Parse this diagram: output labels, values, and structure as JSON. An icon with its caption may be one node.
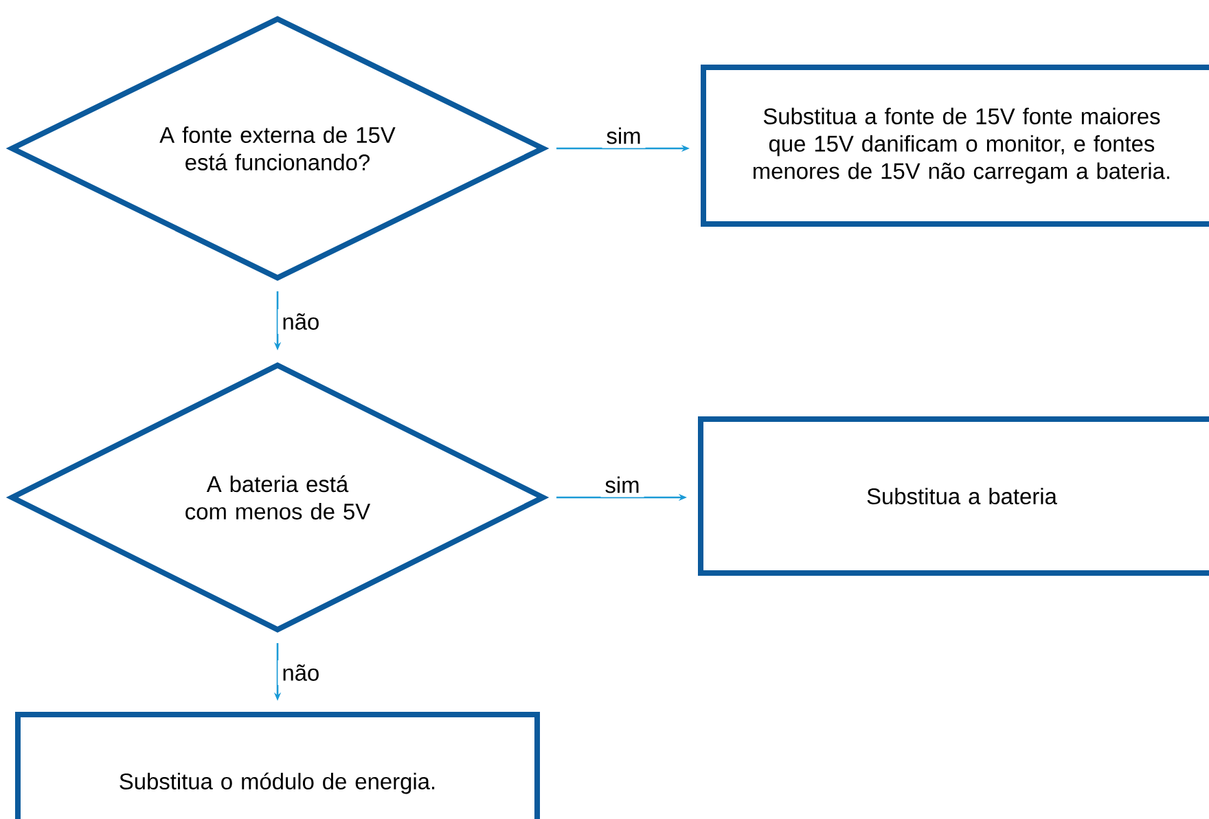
{
  "diagram": {
    "nodes": [
      {
        "text": [
          "A fonte externa de 15V está funcionando?"
        ]
      },
      {
        "text": [
          "Substitua a fonte de 15V fonte maiores que 15V danificam o monitor, e fontes menores de 15V não carregam a bateria."
        ]
      },
      {
        "text": [
          "A bateria está com menos de 5V"
        ]
      },
      {
        "text": [
          "Substitua a bateria"
        ]
      },
      {
        "text": [
          "Substitua o módulo de energia."
        ]
      }
    ],
    "edges": [
      {
        "from": 0,
        "to": 1,
        "arrow": "to",
        "label": "sim"
      },
      {
        "from": 0,
        "to": 2,
        "arrow": "to",
        "label": "não"
      },
      {
        "from": 2,
        "to": 3,
        "arrow": "to",
        "label": "sim"
      },
      {
        "from": 2,
        "to": 4,
        "arrow": "to",
        "label": "não"
      }
    ]
  }
}
